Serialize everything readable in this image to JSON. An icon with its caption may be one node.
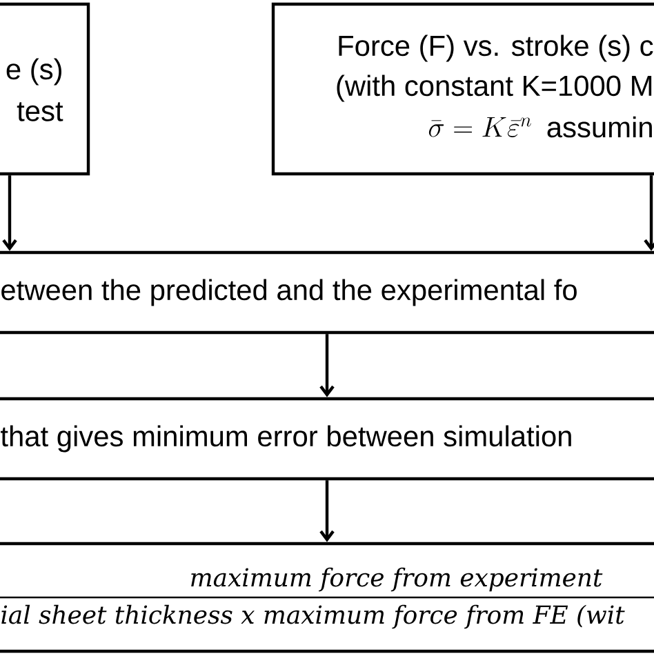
{
  "diagram": {
    "nodes": [
      {
        "text": [
          "e (s)",
          "test"
        ]
      },
      {
        "text": [
          "Force (F) vs. stroke (s) c",
          "(with constant K=1000 M",
          "\\bar{\\sigma} = K\\bar{\\varepsilon}^{n}",
          "assumin"
        ]
      },
      {
        "text": [
          "etween the predicted and the experimental fo"
        ]
      },
      {
        "text": [
          "that gives minimum error between simulation"
        ]
      },
      {
        "text": [
          "maximum force from experiment",
          "ial sheet thickness x maximum force from FE (wit"
        ]
      }
    ],
    "edges": [
      {
        "from": 0,
        "to": 2,
        "arrow": "to"
      },
      {
        "from": 1,
        "to": 2,
        "arrow": "to"
      },
      {
        "from": 2,
        "to": 3,
        "arrow": "to"
      },
      {
        "from": 3,
        "to": 4,
        "arrow": "to"
      }
    ]
  }
}
